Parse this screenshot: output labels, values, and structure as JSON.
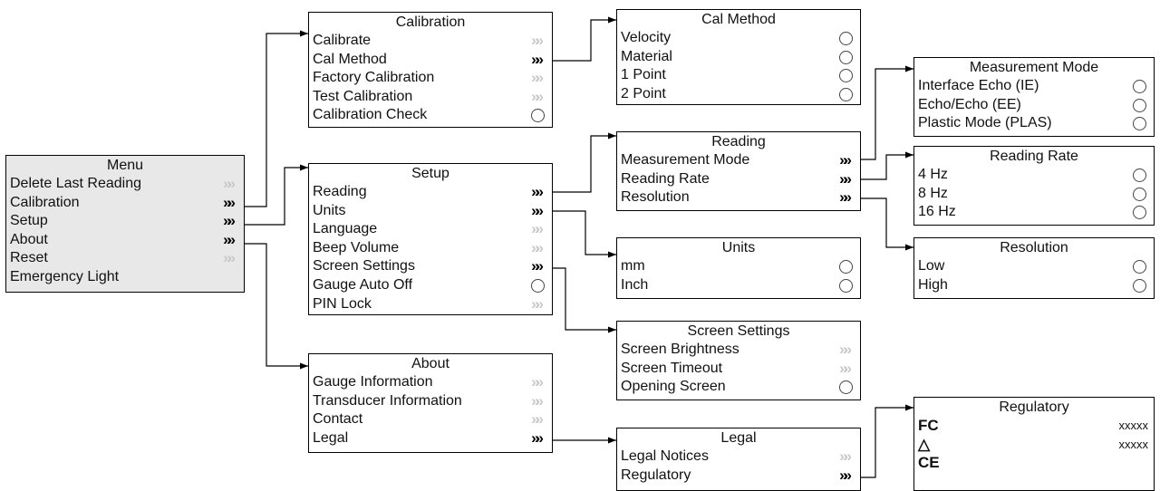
{
  "menu": {
    "title": "Menu",
    "items": [
      {
        "label": "Delete Last Reading",
        "marker": "arrow-dim"
      },
      {
        "label": "Calibration",
        "marker": "arrow"
      },
      {
        "label": "Setup",
        "marker": "arrow"
      },
      {
        "label": "About",
        "marker": "arrow"
      },
      {
        "label": "Reset",
        "marker": "arrow-dim"
      },
      {
        "label": "Emergency Light",
        "marker": "none"
      }
    ]
  },
  "calibration": {
    "title": "Calibration",
    "items": [
      {
        "label": "Calibrate",
        "marker": "arrow-dim"
      },
      {
        "label": "Cal Method",
        "marker": "arrow"
      },
      {
        "label": "Factory Calibration",
        "marker": "arrow-dim"
      },
      {
        "label": "Test Calibration",
        "marker": "arrow-dim"
      },
      {
        "label": "Calibration Check",
        "marker": "circle"
      }
    ]
  },
  "setup": {
    "title": "Setup",
    "items": [
      {
        "label": "Reading",
        "marker": "arrow"
      },
      {
        "label": "Units",
        "marker": "arrow"
      },
      {
        "label": "Language",
        "marker": "arrow-dim"
      },
      {
        "label": "Beep Volume",
        "marker": "arrow-dim"
      },
      {
        "label": "Screen Settings",
        "marker": "arrow"
      },
      {
        "label": "Gauge Auto Off",
        "marker": "circle"
      },
      {
        "label": "PIN Lock",
        "marker": "arrow-dim"
      }
    ]
  },
  "about": {
    "title": "About",
    "items": [
      {
        "label": "Gauge Information",
        "marker": "arrow-dim"
      },
      {
        "label": "Transducer Information",
        "marker": "arrow-dim"
      },
      {
        "label": "Contact",
        "marker": "arrow-dim"
      },
      {
        "label": "Legal",
        "marker": "arrow"
      }
    ]
  },
  "cal_method": {
    "title": "Cal Method",
    "items": [
      {
        "label": "Velocity",
        "marker": "circle"
      },
      {
        "label": "Material",
        "marker": "circle"
      },
      {
        "label": "1 Point",
        "marker": "circle"
      },
      {
        "label": "2 Point",
        "marker": "circle"
      }
    ]
  },
  "reading": {
    "title": "Reading",
    "items": [
      {
        "label": "Measurement Mode",
        "marker": "arrow"
      },
      {
        "label": "Reading Rate",
        "marker": "arrow"
      },
      {
        "label": "Resolution",
        "marker": "arrow"
      }
    ]
  },
  "units": {
    "title": "Units",
    "items": [
      {
        "label": "mm",
        "marker": "circle"
      },
      {
        "label": "Inch",
        "marker": "circle"
      }
    ]
  },
  "screen_settings": {
    "title": "Screen Settings",
    "items": [
      {
        "label": "Screen Brightness",
        "marker": "arrow-dim"
      },
      {
        "label": "Screen Timeout",
        "marker": "arrow-dim"
      },
      {
        "label": "Opening Screen",
        "marker": "circle"
      }
    ]
  },
  "legal": {
    "title": "Legal",
    "items": [
      {
        "label": "Legal Notices",
        "marker": "arrow-dim"
      },
      {
        "label": "Regulatory",
        "marker": "arrow"
      }
    ]
  },
  "measurement_mode": {
    "title": "Measurement Mode",
    "items": [
      {
        "label": "Interface Echo (IE)",
        "marker": "circle"
      },
      {
        "label": "Echo/Echo (EE)",
        "marker": "circle"
      },
      {
        "label": "Plastic Mode (PLAS)",
        "marker": "circle"
      }
    ]
  },
  "reading_rate": {
    "title": "Reading Rate",
    "items": [
      {
        "label": "4 Hz",
        "marker": "circle"
      },
      {
        "label": "8 Hz",
        "marker": "circle"
      },
      {
        "label": "16 Hz",
        "marker": "circle"
      }
    ]
  },
  "resolution": {
    "title": "Resolution",
    "items": [
      {
        "label": "Low",
        "marker": "circle"
      },
      {
        "label": "High",
        "marker": "circle"
      }
    ]
  },
  "regulatory": {
    "title": "Regulatory",
    "items": [
      {
        "logo": "FC",
        "icon": "fcc-logo-icon",
        "value": "xxxxx"
      },
      {
        "logo": "△",
        "icon": "rcm-logo-icon",
        "value": "xxxxx"
      },
      {
        "logo": "CE",
        "icon": "ce-logo-icon",
        "value": ""
      }
    ]
  },
  "glyphs": {
    "arrow": "»»",
    "arrow_dim": "»»"
  }
}
